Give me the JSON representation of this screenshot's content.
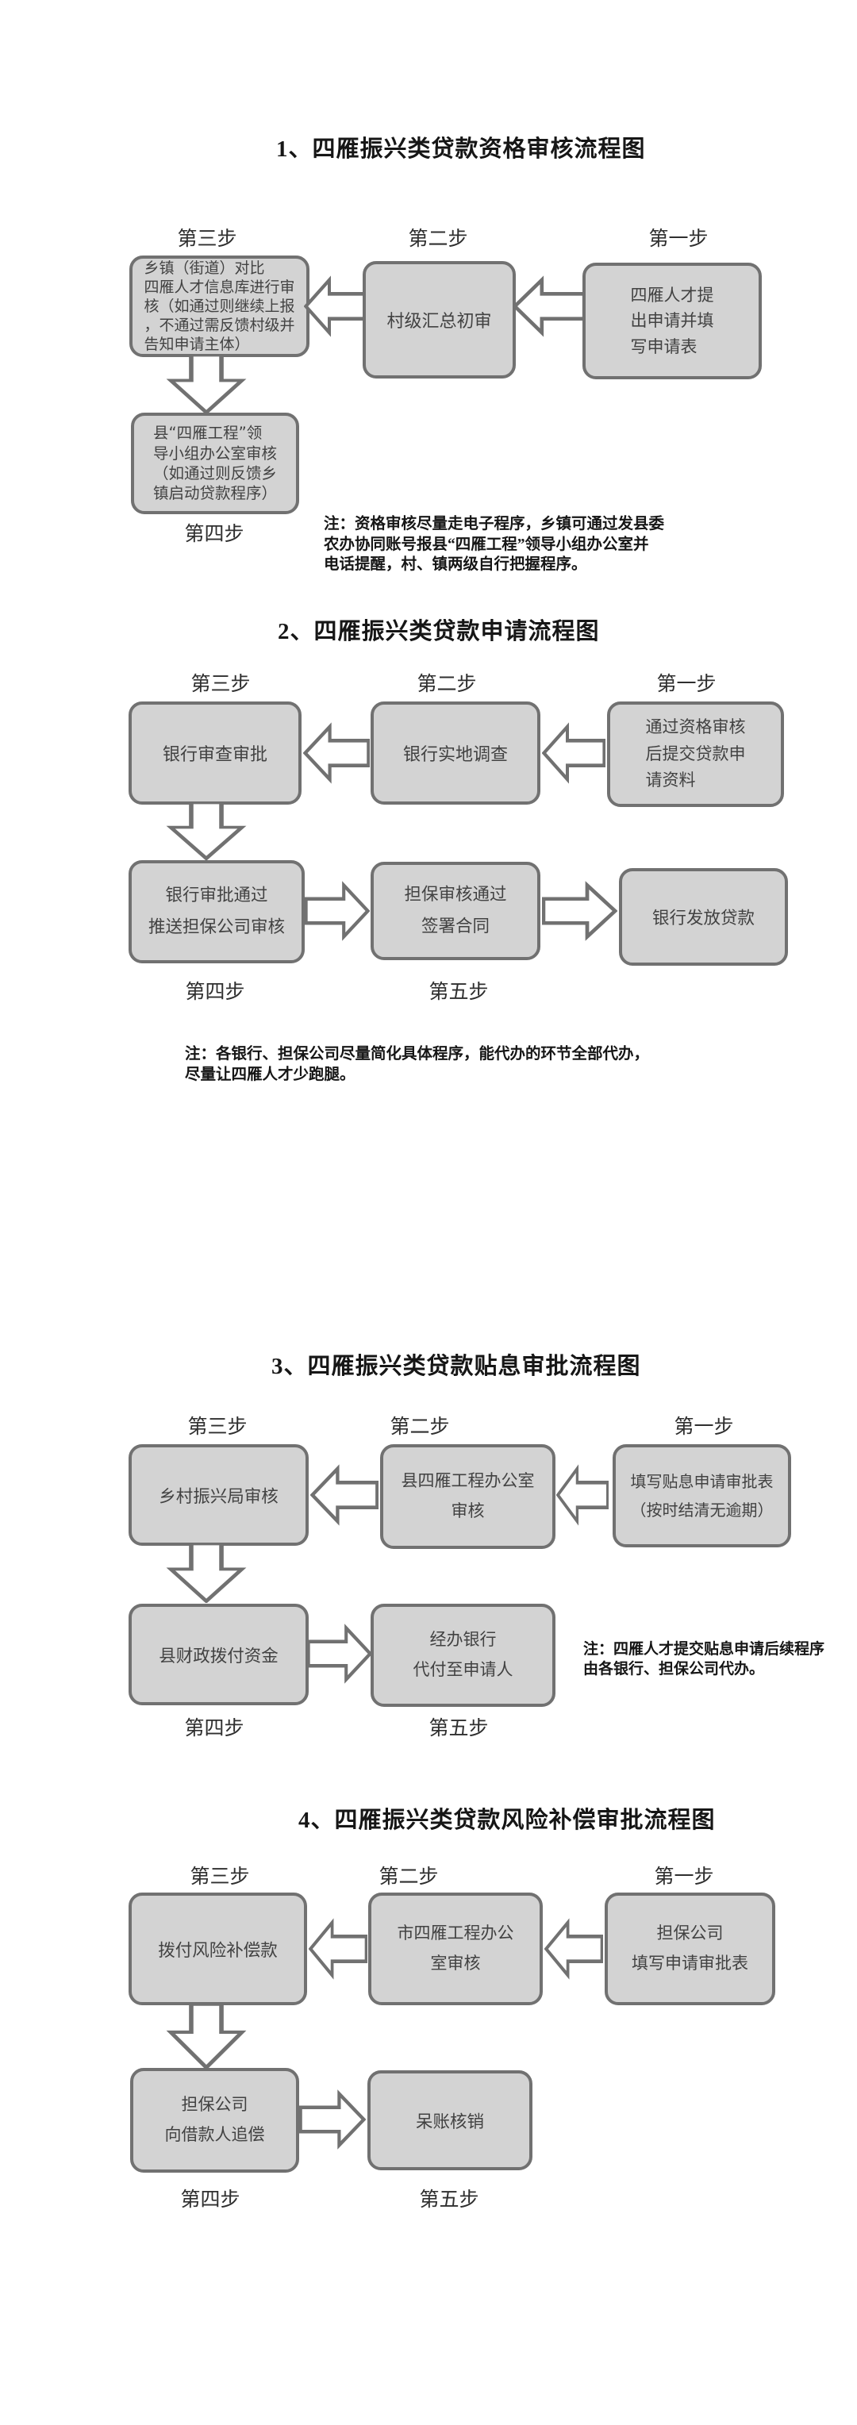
{
  "colors": {
    "box_fill": "#d3d3d3",
    "box_border": "#717171",
    "note_text": "#161616"
  },
  "charts": {
    "c1": {
      "title": "1、四雁振兴类贷款资格审核流程图",
      "labels": {
        "step1": "第一步",
        "step2": "第二步",
        "step3": "第三步",
        "step4": "第四步"
      },
      "boxes": {
        "step3": "乡镇（街道）对比\n四雁人才信息库进行审\n核（如通过则继续上报\n，不通过需反馈村级并\n告知申请主体）",
        "step2": "村级汇总初审",
        "step1": "四雁人才提\n出申请并填\n写申请表",
        "step4": "县“四雁工程”领\n导小组办公室审核\n（如通过则反馈乡\n镇启动贷款程序）"
      },
      "note": "注：资格审核尽量走电子程序，乡镇可通过发县委\n农办协同账号报县“四雁工程”领导小组办公室并\n电话提醒，村、镇两级自行把握程序。"
    },
    "c2": {
      "title": "2、四雁振兴类贷款申请流程图",
      "labels": {
        "step1": "第一步",
        "step2": "第二步",
        "step3": "第三步",
        "step4": "第四步",
        "step5": "第五步"
      },
      "boxes": {
        "step3": "银行审查审批",
        "step2": "银行实地调查",
        "step1": "通过资格审核\n后提交贷款申\n请资料",
        "step4": "银行审批通过\n推送担保公司审核",
        "step5": "担保审核通过\n签署合同",
        "final": "银行发放贷款"
      },
      "note": "注：各银行、担保公司尽量简化具体程序，能代办的环节全部代办，\n尽量让四雁人才少跑腿。"
    },
    "c3": {
      "title": "3、四雁振兴类贷款贴息审批流程图",
      "labels": {
        "step1": "第一步",
        "step2": "第二步",
        "step3": "第三步",
        "step4": "第四步",
        "step5": "第五步"
      },
      "boxes": {
        "step3": "乡村振兴局审核",
        "step2": "县四雁工程办公室\n审核",
        "step1": "填写贴息申请审批表\n（按时结清无逾期）",
        "step4": "县财政拨付资金",
        "step5": "经办银行\n代付至申请人"
      },
      "note": "注：四雁人才提交贴息申请后续程序\n由各银行、担保公司代办。"
    },
    "c4": {
      "title": "4、四雁振兴类贷款风险补偿审批流程图",
      "labels": {
        "step1": "第一步",
        "step2": "第二步",
        "step3": "第三步",
        "step4": "第四步",
        "step5": "第五步"
      },
      "boxes": {
        "step3": "拨付风险补偿款",
        "step2": "市四雁工程办公\n室审核",
        "step1": "担保公司\n填写申请审批表",
        "step4": "担保公司\n向借款人追偿",
        "step5": "呆账核销"
      }
    }
  }
}
